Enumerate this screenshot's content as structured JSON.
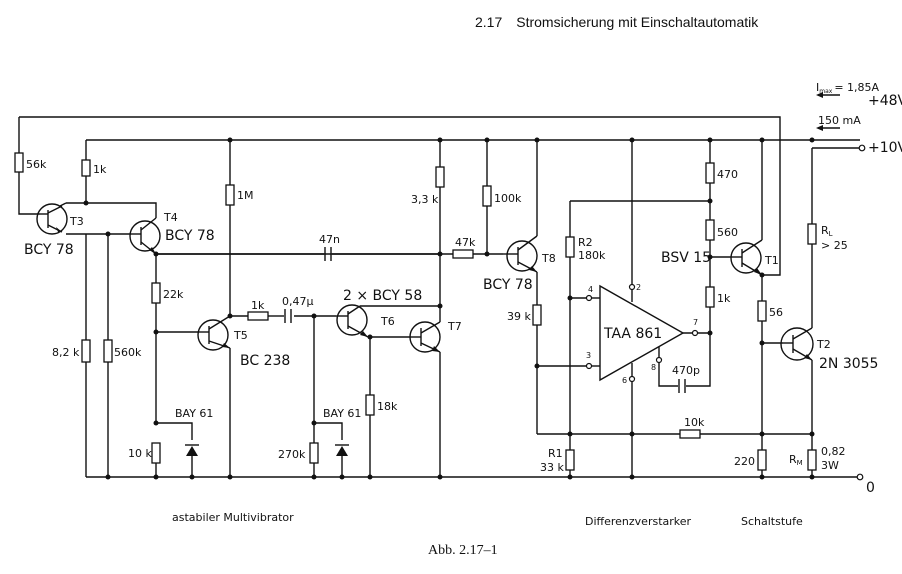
{
  "header": {
    "section_number": "2.17",
    "title": "Stromsicherung mit Einschaltautomatik"
  },
  "supply": {
    "rail_48v": "+48V",
    "rail_10v": "+10V",
    "ground": "0",
    "imax_label": "I",
    "imax_sub": "max",
    "imax_value": "= 1,85A",
    "current_10v": "150 mA"
  },
  "transistors": {
    "t3": {
      "ref": "T3",
      "type": "BCY 78"
    },
    "t4": {
      "ref": "T4",
      "type": "BCY 78"
    },
    "t5": {
      "ref": "T5",
      "type": "BC 238"
    },
    "t6": {
      "ref": "T6"
    },
    "t7": {
      "ref": "T7"
    },
    "t6t7_type": "2 × BCY 58",
    "t8": {
      "ref": "T8",
      "type": "BCY 78"
    },
    "t1": {
      "ref": "T1",
      "type": "BSV 15"
    },
    "t2": {
      "ref": "T2",
      "type": "2N 3055"
    }
  },
  "resistors": {
    "r56k": "56k",
    "r1k_a": "1k",
    "r1m": "1M",
    "r8k2": "8,2 k",
    "r560k": "560k",
    "r22k": "22k",
    "r10k_a": "10 k",
    "r1k_b": "1k",
    "r270k": "270k",
    "r18k": "18k",
    "r3k3": "3,3 k",
    "r100k": "100k",
    "r47k": "47k",
    "r39k": "39 k",
    "r2_ref": "R2",
    "r2_val": "180k",
    "r1_ref": "R1",
    "r1_val": "33 k",
    "r470": "470",
    "r560": "560",
    "r1k_c": "1k",
    "r10k_b": "10k",
    "r56": "56",
    "r220": "220",
    "rl_ref": "R",
    "rl_sub": "L",
    "rl_val": "> 25",
    "rm_ref": "R",
    "rm_sub": "M",
    "rm_val": "0,82",
    "rm_power": "3W"
  },
  "capacitors": {
    "c47n": "47n",
    "c047u": "0,47µ",
    "c470p": "470p"
  },
  "diodes": {
    "d1": "BAY 61",
    "d2": "BAY 61"
  },
  "opamp": {
    "type": "TAA 861",
    "pins": [
      "2",
      "3",
      "4",
      "6",
      "7",
      "8"
    ]
  },
  "sections": {
    "multivibrator": "astabiler Multivibrator",
    "diffamp": "Differenzverstarker",
    "switch": "Schaltstufe"
  },
  "caption": "Abb. 2.17–1"
}
